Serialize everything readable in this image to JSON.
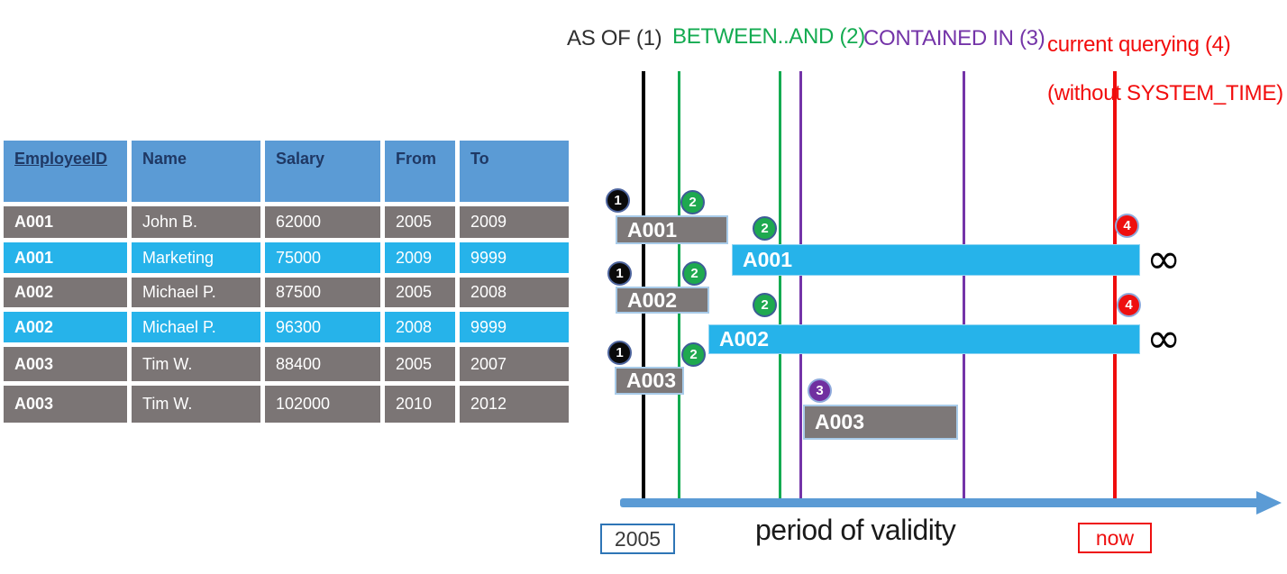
{
  "table": {
    "headers": [
      "EmployeeID",
      "Name",
      "Salary",
      "From",
      "To"
    ],
    "rows": [
      {
        "cells": [
          "A001",
          "John B.",
          "62000",
          "2005",
          "2009"
        ],
        "highlight": false
      },
      {
        "cells": [
          "A001",
          "Marketing",
          "75000",
          "2009",
          "9999"
        ],
        "highlight": true
      },
      {
        "cells": [
          "A002",
          "Michael P.",
          "87500",
          "2005",
          "2008"
        ],
        "highlight": false
      },
      {
        "cells": [
          "A002",
          "Michael P.",
          "96300",
          "2008",
          "9999"
        ],
        "highlight": true
      },
      {
        "cells": [
          "A003",
          "Tim W.",
          "88400",
          "2005",
          "2007"
        ],
        "highlight": false
      },
      {
        "cells": [
          "A003",
          "Tim W.",
          "102000",
          "2010",
          "2012"
        ],
        "highlight": false
      }
    ]
  },
  "legend": {
    "as_of": "AS OF (1)",
    "between": "BETWEEN..AND (2)",
    "contained": "CONTAINED IN (3)",
    "current_line1": "current querying (4)",
    "current_line2": "(without SYSTEM_TIME)"
  },
  "timeline": {
    "bars": [
      {
        "label": "A001",
        "style": "gray"
      },
      {
        "label": "A001",
        "style": "cyan"
      },
      {
        "label": "A002",
        "style": "gray"
      },
      {
        "label": "A002",
        "style": "cyan"
      },
      {
        "label": "A003",
        "style": "gray"
      },
      {
        "label": "A003",
        "style": "gray"
      }
    ],
    "markers": [
      {
        "num": "1",
        "type": "black"
      },
      {
        "num": "2",
        "type": "green"
      },
      {
        "num": "2",
        "type": "green"
      },
      {
        "num": "4",
        "type": "red"
      },
      {
        "num": "1",
        "type": "black"
      },
      {
        "num": "2",
        "type": "green"
      },
      {
        "num": "2",
        "type": "green"
      },
      {
        "num": "4",
        "type": "red"
      },
      {
        "num": "1",
        "type": "black"
      },
      {
        "num": "2",
        "type": "green"
      },
      {
        "num": "3",
        "type": "purple"
      }
    ],
    "infinity": "∞",
    "axis_start": "2005",
    "axis_label": "period of validity",
    "axis_now": "now"
  },
  "colors": {
    "header_blue": "#5B9BD5",
    "row_gray": "#7B7575",
    "row_cyan": "#26B3EA",
    "green": "#14AB51",
    "purple": "#7434A8",
    "red": "#EF0D0D",
    "axis_blue": "#5B9BD5",
    "navy_text": "#1F3864",
    "box_2005_border": "#2E75B6"
  }
}
